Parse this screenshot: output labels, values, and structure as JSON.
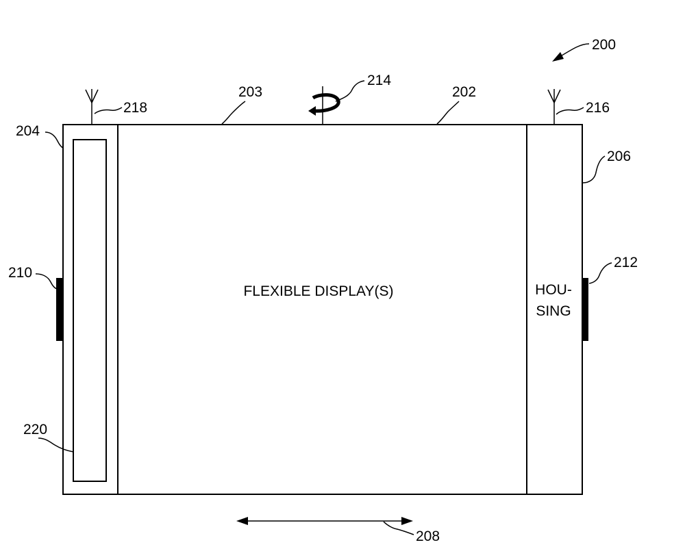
{
  "labels": {
    "display": "FLEXIBLE DISPLAY(S)",
    "housing_line1": "HOU-",
    "housing_line2": "SING"
  },
  "refs": {
    "r200": "200",
    "r202": "202",
    "r203": "203",
    "r204": "204",
    "r206": "206",
    "r208": "208",
    "r210": "210",
    "r212": "212",
    "r214": "214",
    "r216": "216",
    "r218": "218",
    "r220": "220"
  }
}
